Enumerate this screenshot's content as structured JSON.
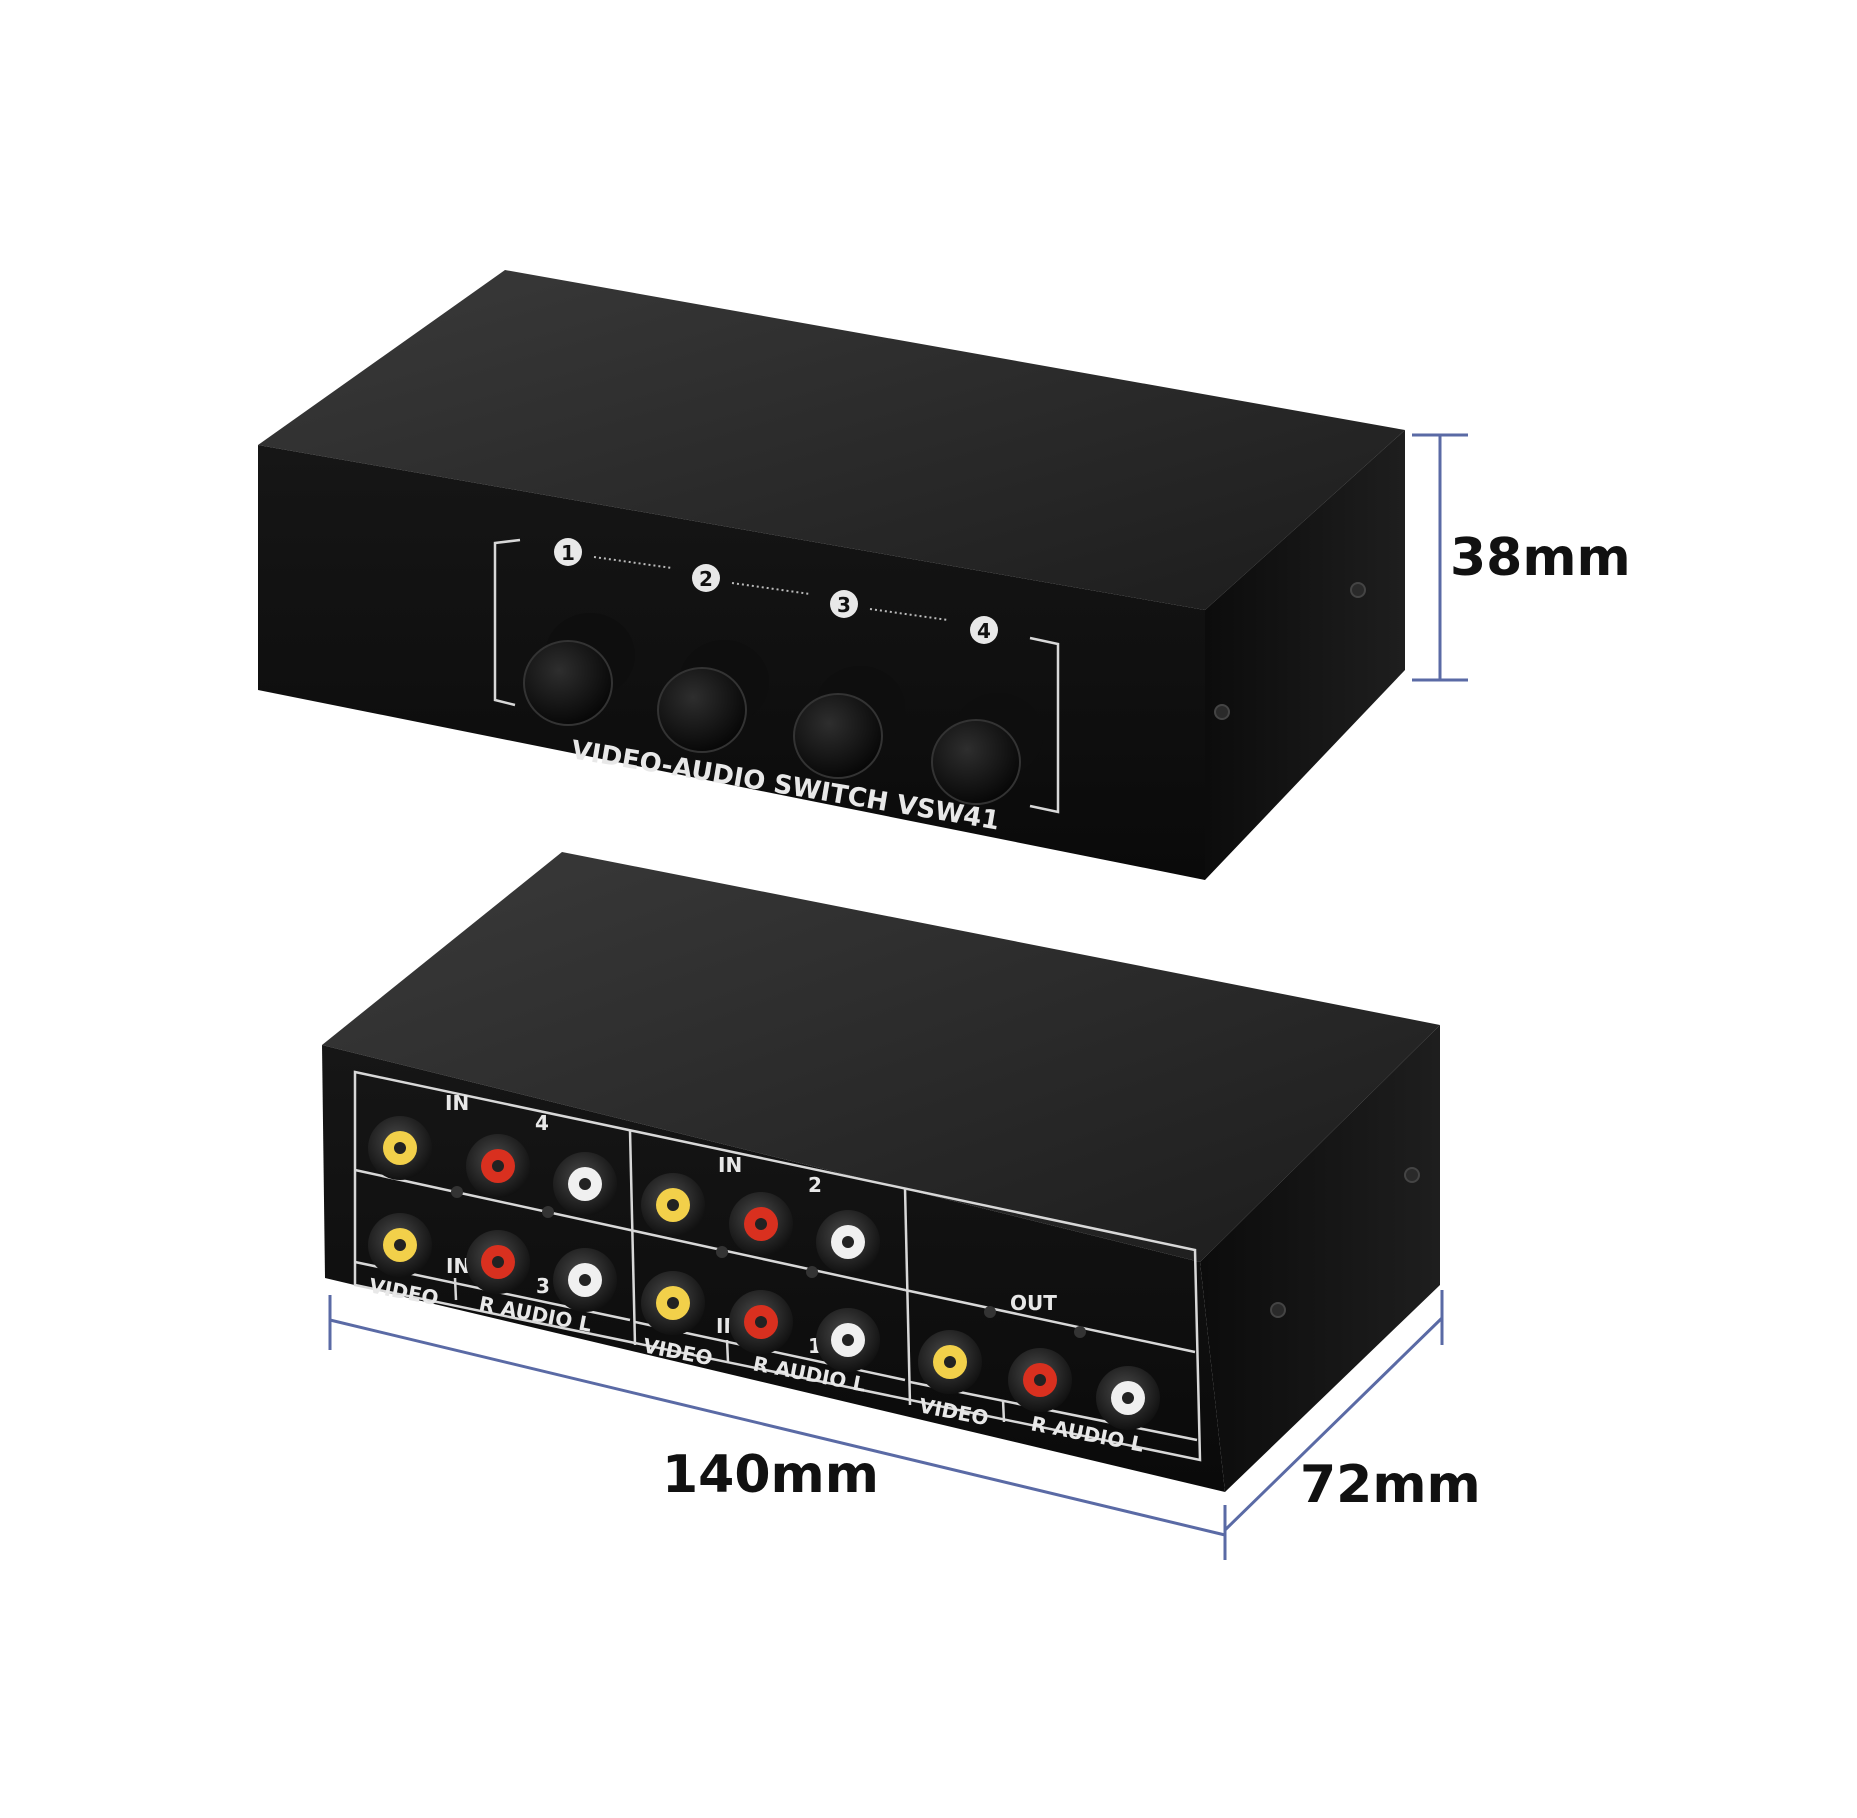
{
  "product": {
    "model_label": "VIDEO-AUDIO SWITCH VSW41"
  },
  "front_panel": {
    "buttons": [
      {
        "number": "1"
      },
      {
        "number": "2"
      },
      {
        "number": "3"
      },
      {
        "number": "4"
      }
    ]
  },
  "rear_panel": {
    "groups": [
      {
        "in_label": "IN",
        "number": "4",
        "video_label": "",
        "audio_label": ""
      },
      {
        "in_label": "IN",
        "number": "3",
        "video_label": "VIDEO",
        "audio_label": "R  AUDIO  L"
      },
      {
        "in_label": "IN",
        "number": "2",
        "video_label": "",
        "audio_label": ""
      },
      {
        "in_label": "IN",
        "number": "1",
        "video_label": "VIDEO",
        "audio_label": "R  AUDIO  L"
      },
      {
        "in_label": "OUT",
        "number": "",
        "video_label": "VIDEO",
        "audio_label": "R  AUDIO  L"
      }
    ]
  },
  "dimensions": {
    "height": "38mm",
    "width": "140mm",
    "depth": "72mm"
  },
  "colors": {
    "dimension_line": "#5a6aa5",
    "jack_video": "#f2d04a",
    "jack_audio_r": "#d9301f",
    "jack_audio_l": "#f0f0f0"
  }
}
